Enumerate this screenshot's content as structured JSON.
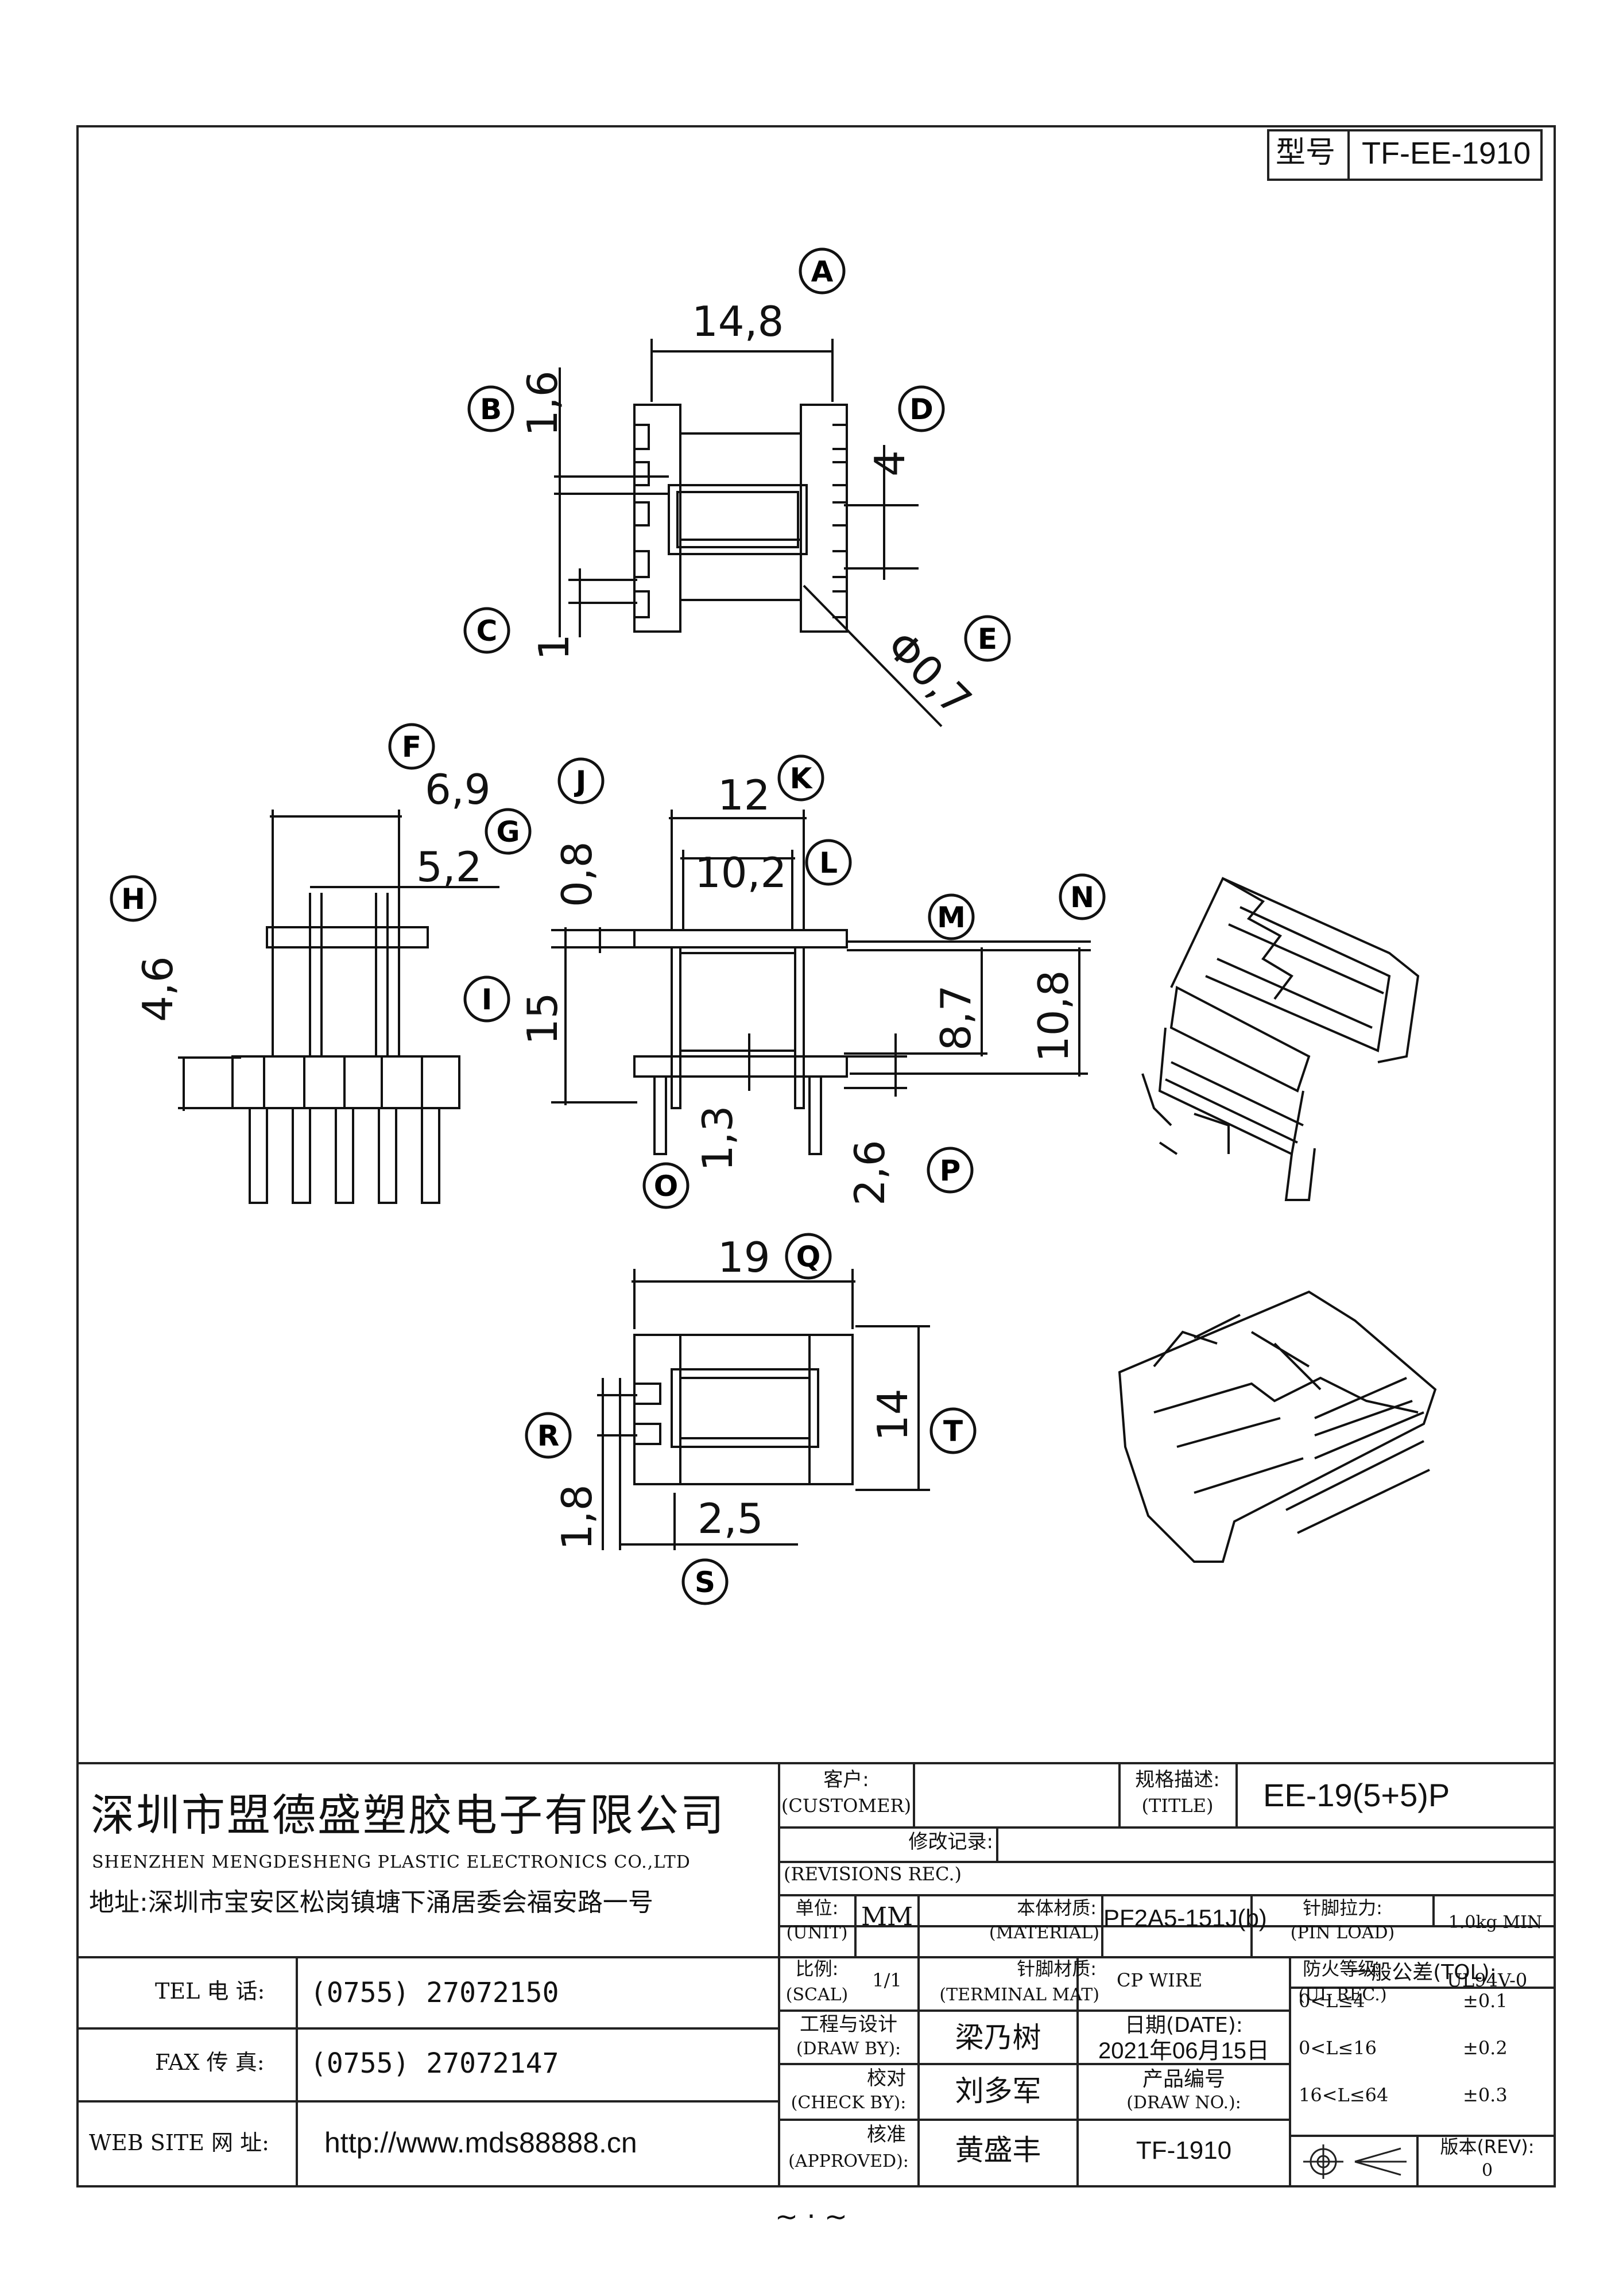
{
  "model_box": {
    "label": "型号",
    "value": "TF-EE-1910"
  },
  "callouts": [
    "A",
    "B",
    "C",
    "D",
    "E",
    "F",
    "G",
    "H",
    "I",
    "J",
    "K",
    "L",
    "M",
    "N",
    "O",
    "P",
    "Q",
    "R",
    "S",
    "T"
  ],
  "dimensions": {
    "top_width": "14,8",
    "top_pitch_small": "1,6",
    "top_pin": "1",
    "top_pitch": "4",
    "top_hole": "Φ0,7",
    "side_f": "6,9",
    "side_g": "5,2",
    "side_h": "4,6",
    "front_k": "12",
    "front_l": "10,2",
    "front_j": "0,8",
    "front_height": "15",
    "front_m": "8,7",
    "front_n": "10,8",
    "front_o": "1,3",
    "front_p": "2,6",
    "bottom_q": "19",
    "bottom_t": "14",
    "bottom_r": "1,8",
    "bottom_s": "2,5"
  },
  "company": {
    "name_cn": "深圳市盟德盛塑胶电子有限公司",
    "name_en": "SHENZHEN MENGDESHENG PLASTIC  ELECTRONICS CO.,LTD",
    "address": "地址:深圳市宝安区松岗镇塘下涌居委会福安路一号",
    "tel_label": "TEL 电 话:",
    "tel": "(0755) 27072150",
    "fax_label": "FAX 传 真:",
    "fax": "(0755) 27072147",
    "web_label": "WEB SITE 网 址:",
    "web": "http://www.mds88888.cn"
  },
  "info": {
    "customer_label_cn": "客户:",
    "customer_label_en": "(CUSTOMER)",
    "customer": "",
    "title_label_cn": "规格描述:",
    "title_label_en": "(TITLE)",
    "title": "EE-19(5+5)P",
    "revisions_label_cn": "修改记录:",
    "revisions_label_en": "(REVISIONS REC.)",
    "revisions": "",
    "unit_label_cn": "单位:",
    "unit_label_en": "(UNIT)",
    "unit": "MM",
    "material_label_cn": "本体材质:",
    "material_label_en": "(MATERIAL)",
    "material": "PF2A5-151J(b)",
    "pin_load_label_cn": "针脚拉力:",
    "pin_load_label_en": "(PIN LOAD)",
    "pin_load": "1.0kg MIN",
    "scale_label_cn": "比例:",
    "scale_label_en": "(SCAL)",
    "scale": "1/1",
    "terminal_label_cn": "针脚材质:",
    "terminal_label_en": "(TERMINAL MAT)",
    "terminal": "CP WIRE",
    "ul_label_cn": "防火等级:",
    "ul_label_en": "(UL REC.)",
    "ul": "UL94V-0",
    "draw_label_cn": "工程与设计",
    "draw_label_en": "(DRAW BY):",
    "draw_by": "梁乃树",
    "date_label": "日期(DATE):",
    "date": "2021年06月15日",
    "tol_label": "一般公差(TOL):",
    "tol_rows": [
      {
        "range": "0<L≤4",
        "tol": "±0.1"
      },
      {
        "range": "0<L≤16",
        "tol": "±0.2"
      },
      {
        "range": "16<L≤64",
        "tol": "±0.3"
      }
    ],
    "check_label_cn": "校对",
    "check_label_en": "(CHECK BY):",
    "check_by": "刘多军",
    "drawno_label_cn": "产品编号",
    "drawno_label_en": "(DRAW NO.):",
    "draw_no": "TF-1910",
    "approved_label_cn": "核准",
    "approved_label_en": "(APPROVED):",
    "approved_by": "黄盛丰",
    "rev_label": "版本(REV):",
    "rev": "0"
  },
  "footer_mark": "~ · ~"
}
